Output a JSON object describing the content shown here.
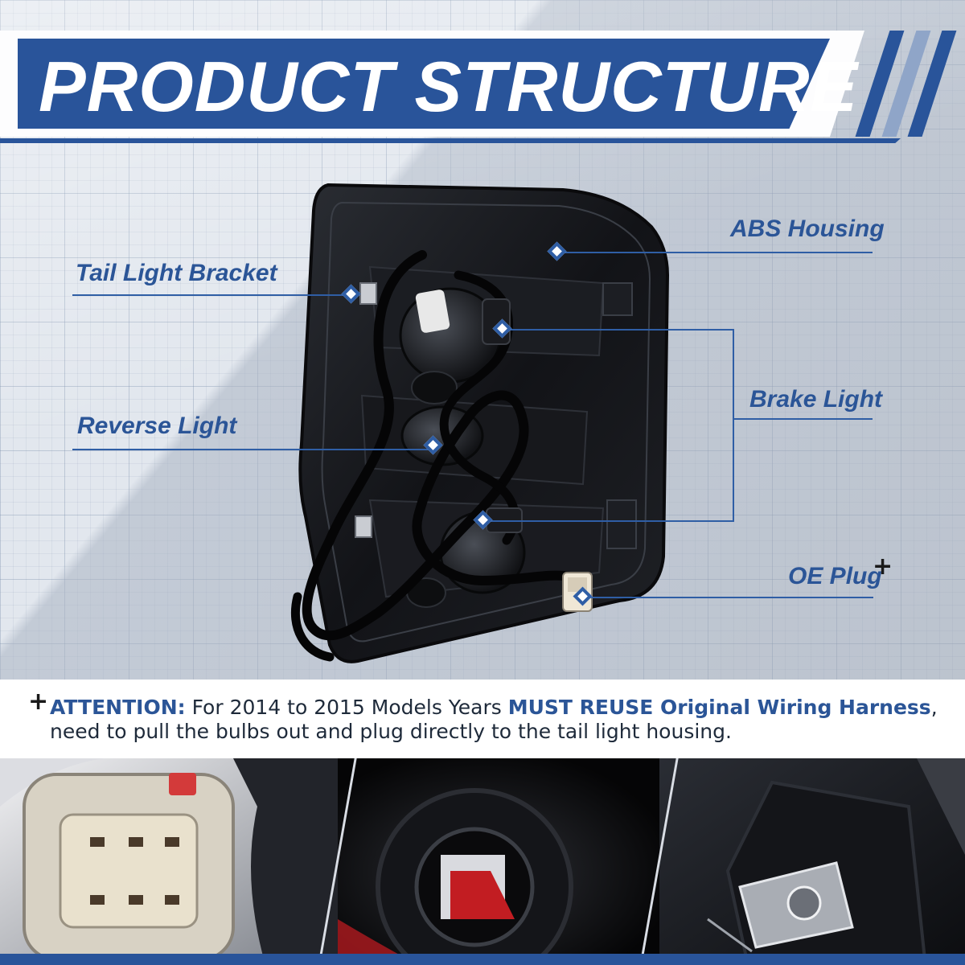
{
  "header": {
    "title": "PRODUCT STRUCTURE"
  },
  "callouts": {
    "abs_housing": "ABS Housing",
    "tail_light_bracket": "Tail Light Bracket",
    "brake_light": "Brake Light",
    "reverse_light": "Reverse Light",
    "oe_plug": "OE Plug"
  },
  "attention": {
    "label": "ATTENTION:",
    "text_1": " For 2014 to 2015 Models Years ",
    "highlight": "MUST REUSE Original Wiring Harness",
    "text_2": ", need to pull the bulbs out and plug directly to the tail light housing."
  },
  "colors": {
    "brand_blue": "#29549a",
    "label_blue": "#2b5597",
    "background": "#e2e7ee"
  },
  "icons": {
    "plus": "+"
  }
}
